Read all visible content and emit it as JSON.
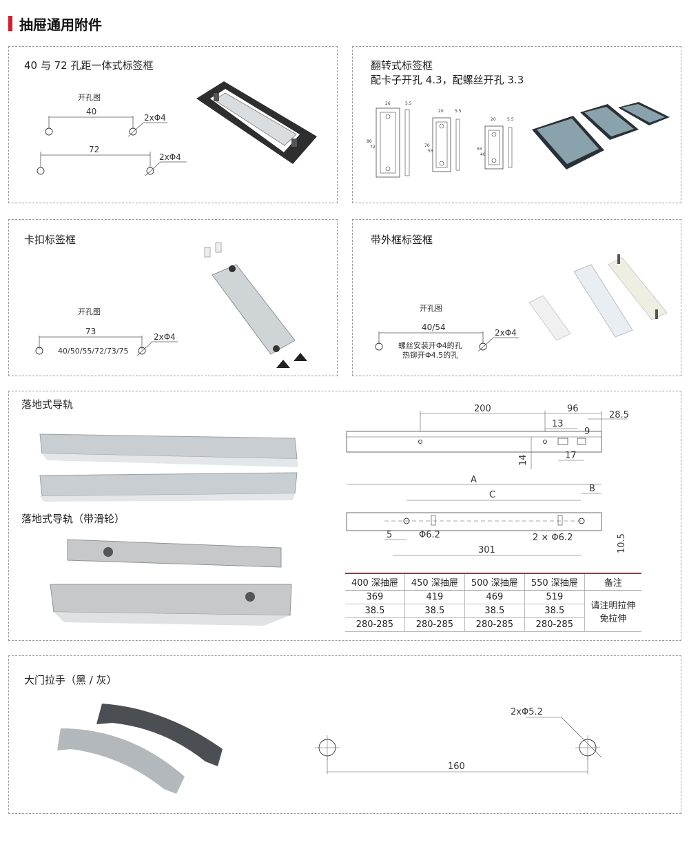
{
  "header": {
    "title": "抽屉通用附件"
  },
  "panel1": {
    "title": "40 与 72 孔距一体式标签框",
    "caption": "开孔图",
    "dim_a": "40",
    "hole_a": "2xΦ4",
    "dim_b": "72",
    "hole_b": "2xΦ4"
  },
  "panel2": {
    "title_line1": "翻转式标签框",
    "title_line2": "配卡子开孔 4.3，配螺丝开孔 3.3",
    "d1": {
      "w": "26",
      "t": "5.5",
      "h1": "86",
      "h2": "72"
    },
    "d2": {
      "w": "20",
      "t": "5.5",
      "h1": "70",
      "h2": "55"
    },
    "d3": {
      "w": "20",
      "t": "5.5",
      "h1": "55",
      "h2": "40"
    }
  },
  "panel3": {
    "title": "卡扣标签框",
    "caption": "开孔图",
    "dim": "73",
    "hole": "2xΦ4",
    "options": "40/50/55/72/73/75"
  },
  "panel4": {
    "title": "带外框标签框",
    "caption": "开孔图",
    "dim": "40/54",
    "hole": "2xΦ4",
    "note1": "螺丝安装开Φ4的孔",
    "note2": "热铆开Φ4.5的孔"
  },
  "panel5": {
    "title1": "落地式导轨",
    "title2": "落地式导轨（带滑轮）",
    "top_dims": {
      "d200": "200",
      "d96": "96",
      "d28": "28.5",
      "d13": "13",
      "d9": "9",
      "d14": "14",
      "d17": "17"
    },
    "bot_dims": {
      "A": "A",
      "B": "B",
      "C": "C",
      "d5": "5",
      "h62": "Φ6.2",
      "h2x62": "2 × Φ6.2",
      "d301": "301",
      "d105": "10.5"
    },
    "table": {
      "headers": [
        "400 深抽屉",
        "450 深抽屉",
        "500 深抽屉",
        "550 深抽屉",
        "备注"
      ],
      "rows": [
        [
          "369",
          "419",
          "469",
          "519"
        ],
        [
          "38.5",
          "38.5",
          "38.5",
          "38.5"
        ],
        [
          "280-285",
          "280-285",
          "280-285",
          "280-285"
        ]
      ],
      "remark_line1": "请注明拉伸",
      "remark_line2": "免拉伸"
    }
  },
  "panel6": {
    "title": "大门拉手（黑 / 灰）",
    "hole": "2xΦ5.2",
    "dim": "160"
  },
  "colors": {
    "accent": "#d0202a",
    "border": "#9a9a9a"
  }
}
